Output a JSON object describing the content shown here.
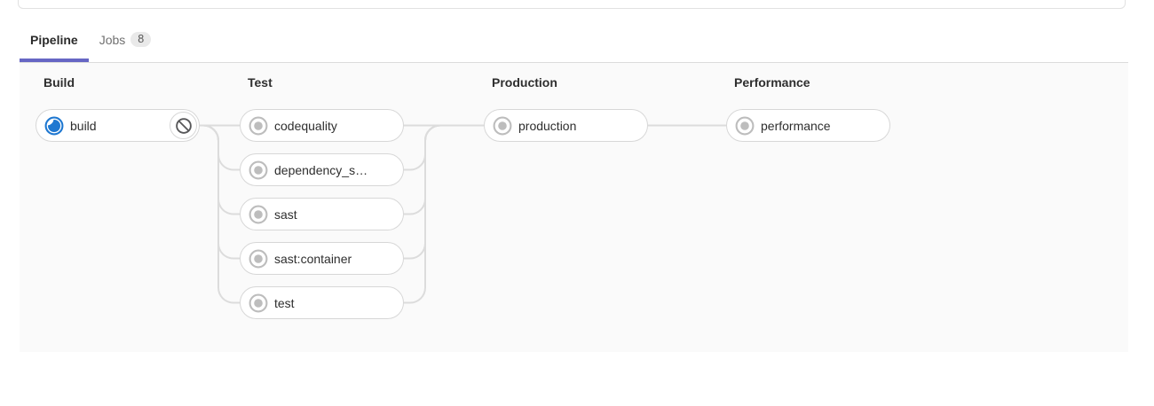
{
  "tabs": {
    "pipeline": {
      "label": "Pipeline",
      "active": true
    },
    "jobs": {
      "label": "Jobs",
      "count": "8"
    }
  },
  "colors": {
    "active_tab_underline": "#6666c4",
    "running_blue": "#1f78d1",
    "created_gray": "#bdbdbd",
    "panel_background": "#fafafa",
    "connector_line": "#dcdcdc"
  },
  "pipeline_graph": {
    "stages": [
      {
        "name": "Build",
        "jobs": [
          {
            "label": "build",
            "status": "running",
            "action": "cancel"
          }
        ]
      },
      {
        "name": "Test",
        "jobs": [
          {
            "label": "codequality",
            "status": "created"
          },
          {
            "label": "dependency_s…",
            "status": "created"
          },
          {
            "label": "sast",
            "status": "created"
          },
          {
            "label": "sast:container",
            "status": "created"
          },
          {
            "label": "test",
            "status": "created"
          }
        ]
      },
      {
        "name": "Production",
        "jobs": [
          {
            "label": "production",
            "status": "created"
          }
        ]
      },
      {
        "name": "Performance",
        "jobs": [
          {
            "label": "performance",
            "status": "created"
          }
        ]
      }
    ]
  }
}
